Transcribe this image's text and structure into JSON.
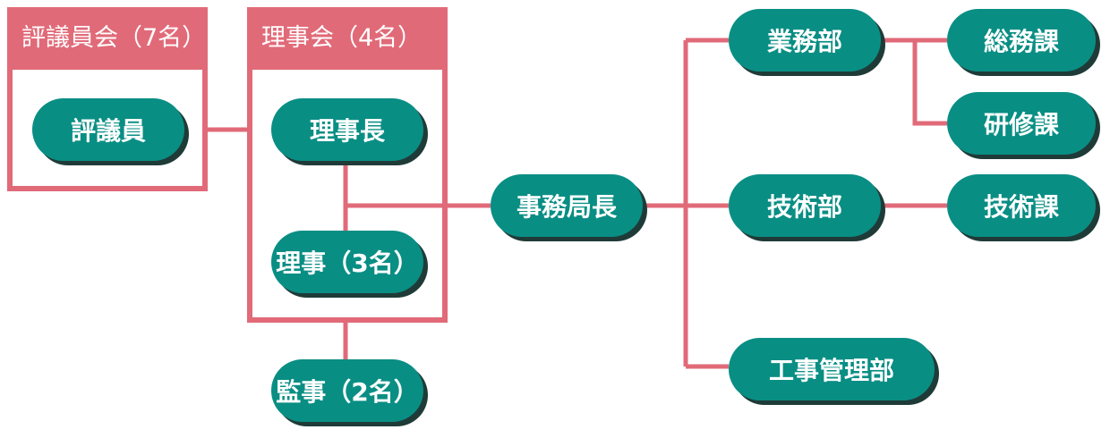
{
  "groups": {
    "councilors": {
      "title": "評議員会（7名）"
    },
    "board": {
      "title": "理事会（4名）"
    }
  },
  "nodes": {
    "councilor": "評議員",
    "chairman": "理事長",
    "directors": "理事（3名）",
    "auditors": "監事（2名）",
    "secretary_general": "事務局長",
    "business_dept": "業務部",
    "technical_dept": "技術部",
    "construction_mgmt_dept": "工事管理部",
    "general_affairs_section": "総務課",
    "training_section": "研修課",
    "technical_section": "技術課"
  },
  "colors": {
    "node_fill": "#098e84",
    "node_shadow": "#1f3b38",
    "line_and_frame": "#e16a78",
    "text_on_fill": "#ffffff"
  }
}
